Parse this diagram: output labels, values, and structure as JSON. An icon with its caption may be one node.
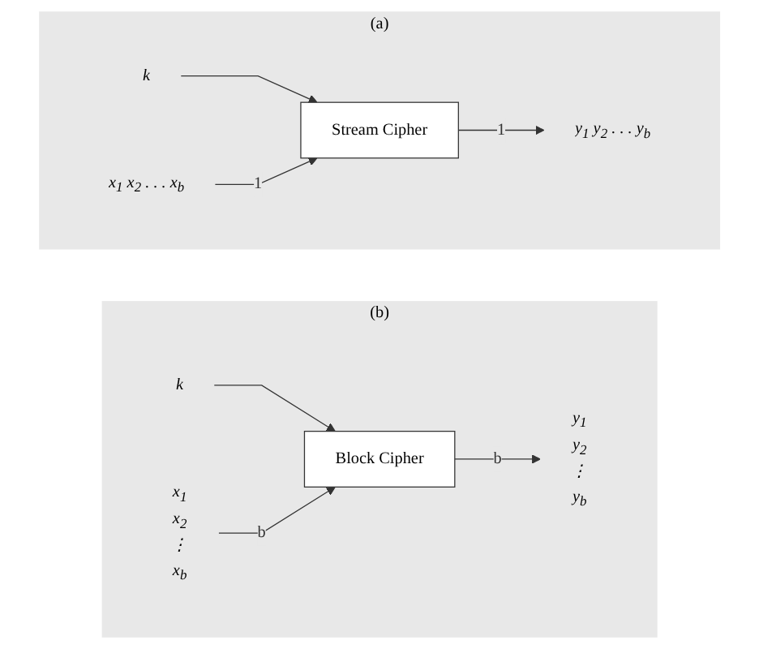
{
  "diagram": {
    "nodes": [
      {
        "text": [
          "(a)"
        ]
      },
      {
        "text": [
          "k"
        ],
        "in": 0
      },
      {
        "text": [
          "x$_{1}$ x$_{2}$ . . . x$_{b}$"
        ],
        "in": 0
      },
      {
        "text": [
          "Stream Cipher"
        ],
        "in": 0
      },
      {
        "text": [
          "y$_{1}$ y$_{2}$ . . . y$_{b}$"
        ],
        "in": 0
      },
      {
        "text": [
          "(b)"
        ]
      },
      {
        "text": [
          "k"
        ],
        "in": 5
      },
      {
        "text": [
          "x$_{1}$",
          "x$_{2}$",
          "⋮",
          "x$_{b}$"
        ],
        "in": 5
      },
      {
        "text": [
          "Block Cipher"
        ],
        "in": 5
      },
      {
        "text": [
          "y$_{1}$",
          "y$_{2}$",
          "⋮",
          "y$_{b}$"
        ],
        "in": 5
      }
    ],
    "edges": [
      {
        "from": 1,
        "to": 3,
        "arrow": "to"
      },
      {
        "from": 2,
        "to": 3,
        "label": "1",
        "arrow": "to"
      },
      {
        "from": 3,
        "to": 4,
        "label": "1",
        "arrow": "to"
      },
      {
        "from": 6,
        "to": 8,
        "arrow": "to"
      },
      {
        "from": 7,
        "to": 8,
        "label": "b",
        "arrow": "to"
      },
      {
        "from": 8,
        "to": 9,
        "label": "b",
        "arrow": "to"
      }
    ]
  }
}
